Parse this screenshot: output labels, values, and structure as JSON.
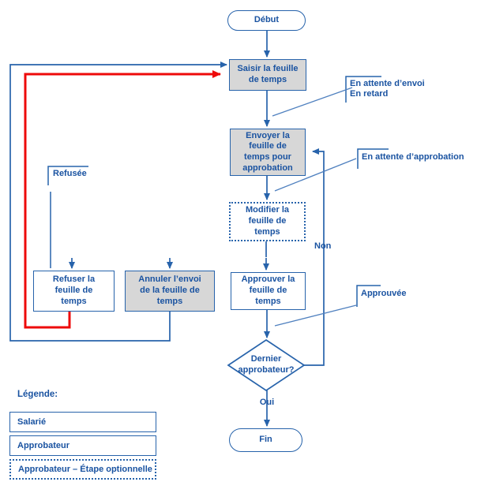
{
  "colors": {
    "line_blue": "#2763ab",
    "text_blue": "#1a53a1",
    "red_arrow": "#ee0a0a",
    "gray_fill": "#d7d7d7",
    "connector_light_blue": "#b7cce8",
    "background": "#ffffff"
  },
  "nodes": {
    "start": {
      "label": "Début"
    },
    "saisir": {
      "label": "Saisir la feuille\nde temps"
    },
    "envoyer": {
      "label": "Envoyer la\nfeuille de\ntemps pour\napprobation"
    },
    "modifier": {
      "label": "Modifier la\nfeuille de\ntemps"
    },
    "refuser": {
      "label": "Refuser la\nfeuille de\ntemps"
    },
    "annuler": {
      "label": "Annuler l’envoi\nde la feuille de\ntemps"
    },
    "approuver": {
      "label": "Approuver la\nfeuille de\ntemps"
    },
    "decision": {
      "label": "Dernier\napprobateur?"
    },
    "end": {
      "label": "Fin"
    }
  },
  "edge_labels": {
    "non": "Non",
    "oui": "Oui",
    "refusee": "Refusée"
  },
  "callouts": {
    "attente_envoi": "En attente d’envoi\nEn retard",
    "attente_approbation": "En attente d’approbation",
    "approuvee": "Approuvée"
  },
  "legend": {
    "title": "Légende:",
    "items": [
      {
        "label": "Salarié",
        "style": "employee"
      },
      {
        "label": "Approbateur",
        "style": "approver"
      },
      {
        "label": "Approbateur – Étape optionnelle",
        "style": "approver-optional"
      }
    ]
  }
}
